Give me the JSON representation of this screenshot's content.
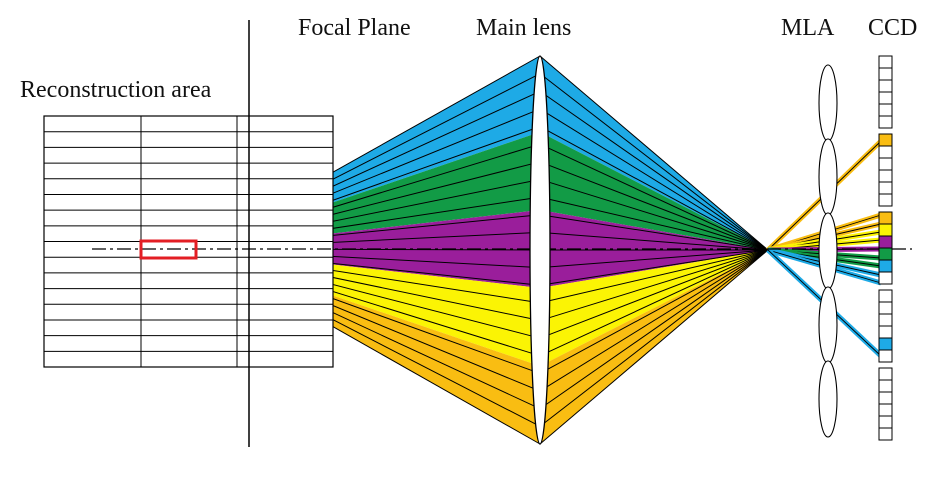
{
  "labels": {
    "focal_plane": "Focal Plane",
    "main_lens": "Main lens",
    "mla": "MLA",
    "ccd": "CCD",
    "reconstruction_area": "Reconstruction area"
  },
  "colors": {
    "blue": "#1eaae6",
    "green": "#129b46",
    "purple": "#9a1e9b",
    "yellow": "#fbf404",
    "orange": "#f9bd12",
    "highlight_box": "#e31e24",
    "line": "#000000"
  },
  "ray_bands": [
    {
      "name": "blue",
      "color_key": "blue"
    },
    {
      "name": "green",
      "color_key": "green"
    },
    {
      "name": "purple",
      "color_key": "purple"
    },
    {
      "name": "yellow",
      "color_key": "yellow"
    },
    {
      "name": "orange",
      "color_key": "orange"
    }
  ],
  "reconstruction_grid": {
    "rows": 16,
    "columns": 3
  },
  "ccd": {
    "groups": 5,
    "pixels_per_group": 6
  },
  "mla": {
    "lenslets": 5
  }
}
